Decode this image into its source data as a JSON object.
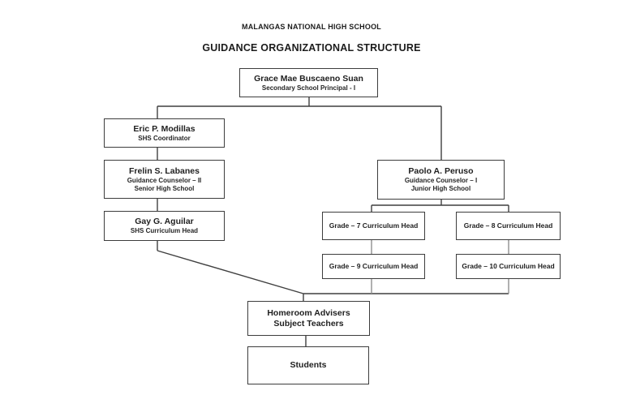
{
  "header": {
    "school": "MALANGAS NATIONAL HIGH SCHOOL",
    "title": "GUIDANCE ORGANIZATIONAL STRUCTURE"
  },
  "nodes": {
    "principal": {
      "name": "Grace Mae Buscaeno Suan",
      "role": "Secondary School Principal - I"
    },
    "coordinator": {
      "name": "Eric P. Modillas",
      "role": "SHS Coordinator"
    },
    "shs_counselor": {
      "name": "Frelin S. Labanes",
      "role": "Guidance Counselor – II",
      "role2": "Senior High School"
    },
    "shs_curriculum": {
      "name": "Gay G. Aguilar",
      "role": "SHS Curriculum Head"
    },
    "jhs_counselor": {
      "name": "Paolo A. Peruso",
      "role": "Guidance Counselor – I",
      "role2": "Junior High School"
    },
    "grades": [
      {
        "label": "Grade – 7 Curriculum Head"
      },
      {
        "label": "Grade – 8 Curriculum Head"
      },
      {
        "label": "Grade – 9 Curriculum Head"
      },
      {
        "label": "Grade – 10 Curriculum Head"
      }
    ],
    "advisers": {
      "line1": "Homeroom Advisers",
      "line2": "Subject Teachers"
    },
    "students": {
      "label": "Students"
    }
  },
  "colors": {
    "connector_dark": "#3f3f3f",
    "connector_light": "#8f8f8f",
    "box_border": "#3d3d3d",
    "text": "#1f1f1f",
    "background": "#ffffff"
  }
}
